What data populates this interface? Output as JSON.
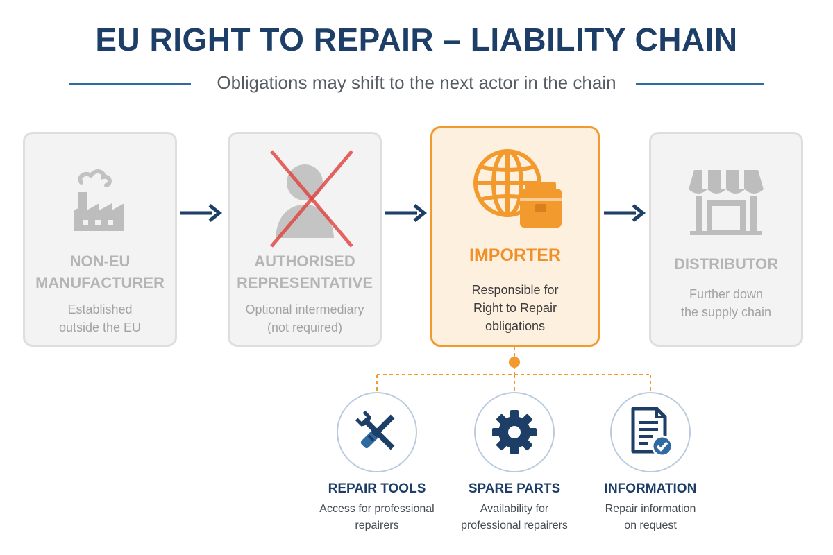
{
  "header": {
    "title": "EU RIGHT TO REPAIR – LIABILITY CHAIN",
    "subtitle": "Obligations may shift to the next actor in the chain"
  },
  "chain": [
    {
      "name_line1": "NON-EU",
      "name_line2": "MANUFACTURER",
      "desc_line1": "Established",
      "desc_line2": "outside the EU",
      "icon": "factory-icon",
      "state": "inactive"
    },
    {
      "name_line1": "AUTHORISED",
      "name_line2": "REPRESENTATIVE",
      "desc_line1": "Optional intermediary",
      "desc_line2": "(not required)",
      "icon": "person-icon",
      "state": "crossed-out"
    },
    {
      "name_line1": "IMPORTER",
      "desc_line1": "Responsible for",
      "desc_line2": "Right to Repair",
      "desc_line3": "obligations",
      "icon": "globe-cargo-icon",
      "state": "active"
    },
    {
      "name_line1": "DISTRIBUTOR",
      "desc_line1": "Further down",
      "desc_line2": "the supply chain",
      "icon": "storefront-icon",
      "state": "inactive"
    }
  ],
  "obligations": [
    {
      "title": "REPAIR TOOLS",
      "desc_line1": "Access for professional",
      "desc_line2": "repairers",
      "icon": "tools-icon"
    },
    {
      "title": "SPARE PARTS",
      "desc_line1": "Availability for",
      "desc_line2": "professional repairers",
      "icon": "gear-icon"
    },
    {
      "title": "INFORMATION",
      "desc_line1": "Repair information",
      "desc_line2": "on request",
      "icon": "document-check-icon"
    }
  ],
  "colors": {
    "navy": "#1d3e66",
    "accent_orange": "#f29a2e",
    "inactive_grey": "#b5b5b5",
    "cross_red": "#e0413a"
  }
}
